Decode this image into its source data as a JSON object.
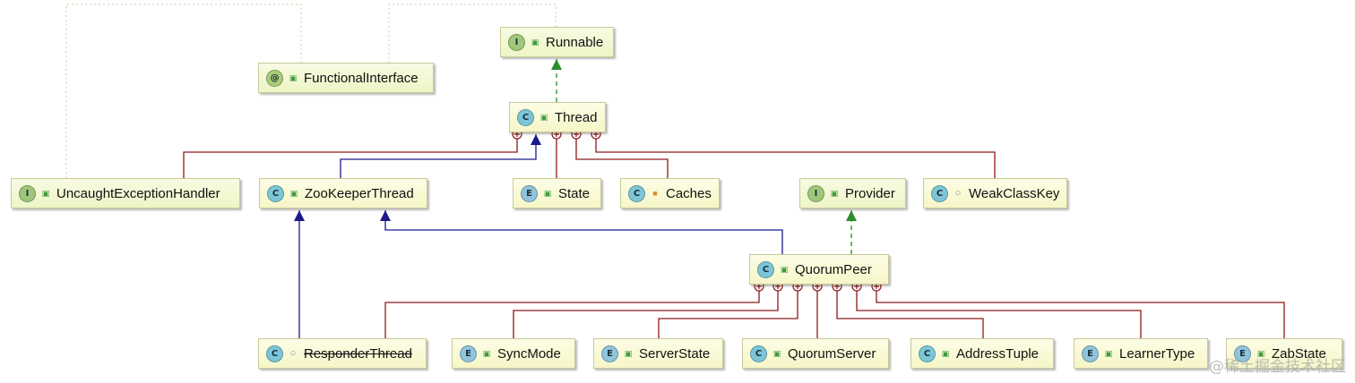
{
  "nodes": [
    {
      "id": "runnable",
      "kind": "interface",
      "badge": "I",
      "visibility": "public",
      "label": "Runnable"
    },
    {
      "id": "functional-interface",
      "kind": "annotation",
      "badge": "@",
      "visibility": "public",
      "label": "FunctionalInterface"
    },
    {
      "id": "thread",
      "kind": "class",
      "badge": "C",
      "visibility": "public",
      "label": "Thread"
    },
    {
      "id": "uncaught-exception-handler",
      "kind": "interface",
      "badge": "I",
      "visibility": "public",
      "label": "UncaughtExceptionHandler"
    },
    {
      "id": "zookeeper-thread",
      "kind": "class",
      "badge": "C",
      "visibility": "public",
      "label": "ZooKeeperThread"
    },
    {
      "id": "state",
      "kind": "enum",
      "badge": "E",
      "visibility": "public",
      "label": "State"
    },
    {
      "id": "caches",
      "kind": "class",
      "badge": "C",
      "visibility": "private",
      "label": "Caches"
    },
    {
      "id": "provider",
      "kind": "interface",
      "badge": "I",
      "visibility": "public",
      "label": "Provider"
    },
    {
      "id": "weak-class-key",
      "kind": "class",
      "badge": "C",
      "visibility": "package",
      "label": "WeakClassKey"
    },
    {
      "id": "quorum-peer",
      "kind": "class",
      "badge": "C",
      "visibility": "public",
      "label": "QuorumPeer"
    },
    {
      "id": "responder-thread",
      "kind": "class",
      "badge": "C",
      "visibility": "package",
      "label": "ResponderThread",
      "deprecated": true
    },
    {
      "id": "sync-mode",
      "kind": "enum",
      "badge": "E",
      "visibility": "public",
      "label": "SyncMode"
    },
    {
      "id": "server-state",
      "kind": "enum",
      "badge": "E",
      "visibility": "public",
      "label": "ServerState"
    },
    {
      "id": "quorum-server",
      "kind": "class",
      "badge": "C",
      "visibility": "public",
      "label": "QuorumServer"
    },
    {
      "id": "address-tuple",
      "kind": "class",
      "badge": "C",
      "visibility": "public",
      "label": "AddressTuple"
    },
    {
      "id": "learner-type",
      "kind": "enum",
      "badge": "E",
      "visibility": "public",
      "label": "LearnerType"
    },
    {
      "id": "zab-state",
      "kind": "enum",
      "badge": "E",
      "visibility": "public",
      "label": "ZabState"
    }
  ],
  "edges": [
    {
      "from": "thread",
      "to": "runnable",
      "type": "implements"
    },
    {
      "from": "zookeeper-thread",
      "to": "thread",
      "type": "extends"
    },
    {
      "from": "responder-thread",
      "to": "zookeeper-thread",
      "type": "extends"
    },
    {
      "from": "quorum-peer",
      "to": "zookeeper-thread",
      "type": "extends"
    },
    {
      "from": "quorum-peer",
      "to": "provider",
      "type": "implements"
    },
    {
      "from": "uncaught-exception-handler",
      "to": "thread",
      "type": "inner"
    },
    {
      "from": "state",
      "to": "thread",
      "type": "inner"
    },
    {
      "from": "caches",
      "to": "thread",
      "type": "inner"
    },
    {
      "from": "weak-class-key",
      "to": "thread",
      "type": "inner"
    },
    {
      "from": "responder-thread",
      "to": "quorum-peer",
      "type": "inner"
    },
    {
      "from": "sync-mode",
      "to": "quorum-peer",
      "type": "inner"
    },
    {
      "from": "server-state",
      "to": "quorum-peer",
      "type": "inner"
    },
    {
      "from": "quorum-server",
      "to": "quorum-peer",
      "type": "inner"
    },
    {
      "from": "address-tuple",
      "to": "quorum-peer",
      "type": "inner"
    },
    {
      "from": "learner-type",
      "to": "quorum-peer",
      "type": "inner"
    },
    {
      "from": "zab-state",
      "to": "quorum-peer",
      "type": "inner"
    },
    {
      "from": "uncaught-exception-handler",
      "to": "functional-interface",
      "type": "annotated"
    },
    {
      "from": "runnable",
      "to": "functional-interface",
      "type": "annotated"
    }
  ],
  "colors": {
    "extends": "#1a1a8c",
    "implements": "#2e8b2e",
    "inner": "#8c1a1a",
    "annotated": "#d8c9a8"
  },
  "watermark": "@稀土掘金技术社区"
}
